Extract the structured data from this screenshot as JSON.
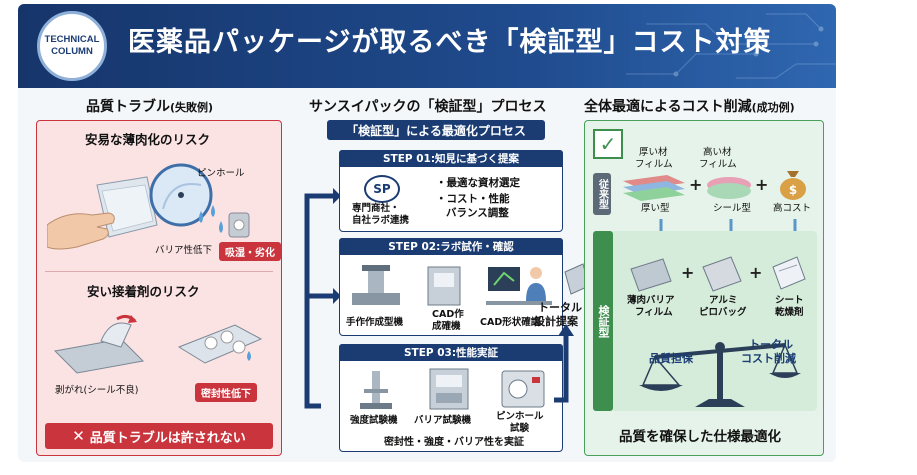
{
  "header": {
    "badge_line1": "TECHNICAL",
    "badge_line2": "COLUMN",
    "title": "医薬品パッケージが取るべき「検証型」コスト対策"
  },
  "left": {
    "title": "品質トラブル",
    "title_note": "(失敗例)",
    "risk1_title": "安易な薄肉化のリスク",
    "pinhole_label": "ピンホール",
    "barrier_down": "バリア性低下",
    "moisture_tag": "吸湿・劣化",
    "risk2_title": "安い接着剤のリスク",
    "peel_label": "剥がれ(シール不良)",
    "seal_tag": "密封性低下",
    "bottom_message": "品質トラブルは許されない",
    "x_mark": "✕"
  },
  "middle": {
    "title": "サンスイパックの「検証型」プロセス",
    "process_bar": "「検証型」による最適化プロセス",
    "step1": {
      "head": "STEP 01:知見に基づく提案",
      "logo_text": "SP",
      "partner_line1": "専門商社・",
      "partner_line2": "自社ラボ連携",
      "bullet1": "・最適な資材選定",
      "bullet2": "・コスト・性能",
      "bullet3": "バランス調整"
    },
    "step2": {
      "head": "STEP 02:ラボ試作・確認",
      "item1": "手作作成型機",
      "item2_line1": "CAD作",
      "item2_line2": "成確機",
      "item3": "CAD形状確認"
    },
    "step3": {
      "head": "STEP 03:性能実証",
      "item1": "強度試験機",
      "item2": "バリア試験機",
      "item3_line1": "ピンホール",
      "item3_line2": "試験",
      "footer": "密封性・強度・バリア性を実証"
    },
    "total_line1": "トータル",
    "total_line2": "設計提案"
  },
  "right": {
    "title": "全体最適によるコスト削減",
    "title_note": "(成功例)",
    "check": "✓",
    "old_label": "従来型",
    "old_film_line1": "厚い材",
    "old_film_line2": "フィルム",
    "old_film2_line1": "高い材",
    "old_film2_line2": "フィルム",
    "thick_type": "厚い型",
    "seal_type": "シール型",
    "high_cost": "高コスト",
    "new_label": "検証型",
    "new_item1_line1": "薄肉バリア",
    "new_item1_line2": "フィルム",
    "new_item2_line1": "アルミ",
    "new_item2_line2": "ピロバッグ",
    "new_item3_line1": "シート",
    "new_item3_line2": "乾燥剤",
    "quality": "品質担保",
    "total_cost_line1": "トータル",
    "total_cost_line2": "コスト削減",
    "bottom_message": "品質を確保した仕様最適化"
  },
  "colors": {
    "navy": "#1b3c73",
    "red": "#c9343d",
    "green": "#3e8f4e",
    "pink_bg": "#fbe3e4",
    "green_bg": "#e6f3ea"
  }
}
